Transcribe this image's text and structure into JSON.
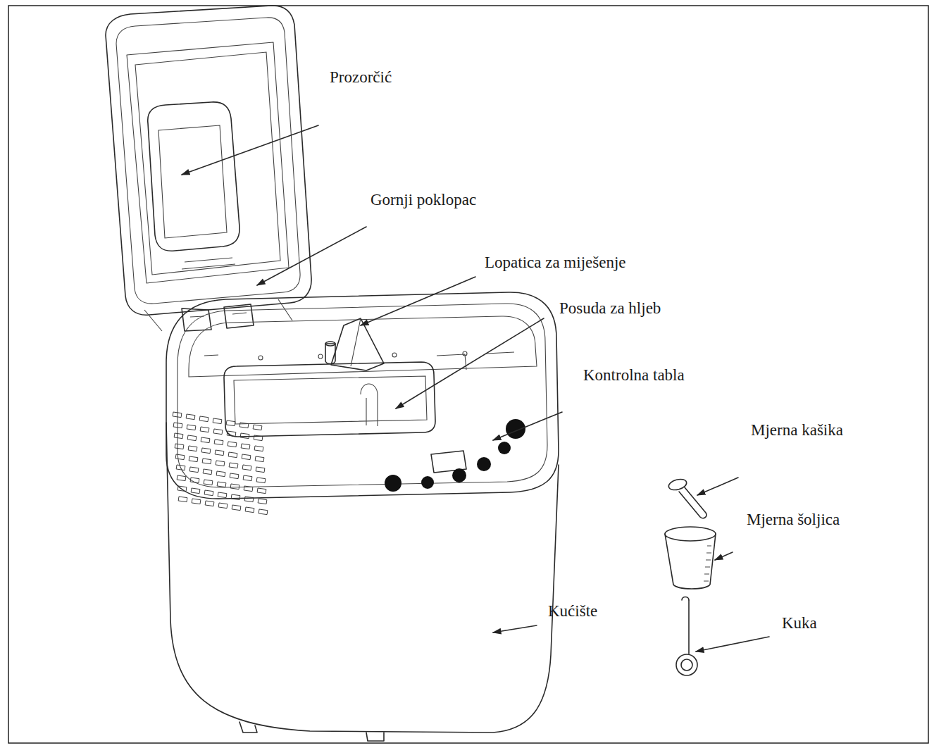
{
  "diagram": {
    "labels": [
      "Prozorčić",
      "Gornji poklopac",
      "Lopatica za miješenje",
      "Posuda za hljeb",
      "Kontrolna tabla",
      "Mjerna kašika",
      "Mjerna šoljica",
      "Kuka",
      "Kućište"
    ]
  }
}
